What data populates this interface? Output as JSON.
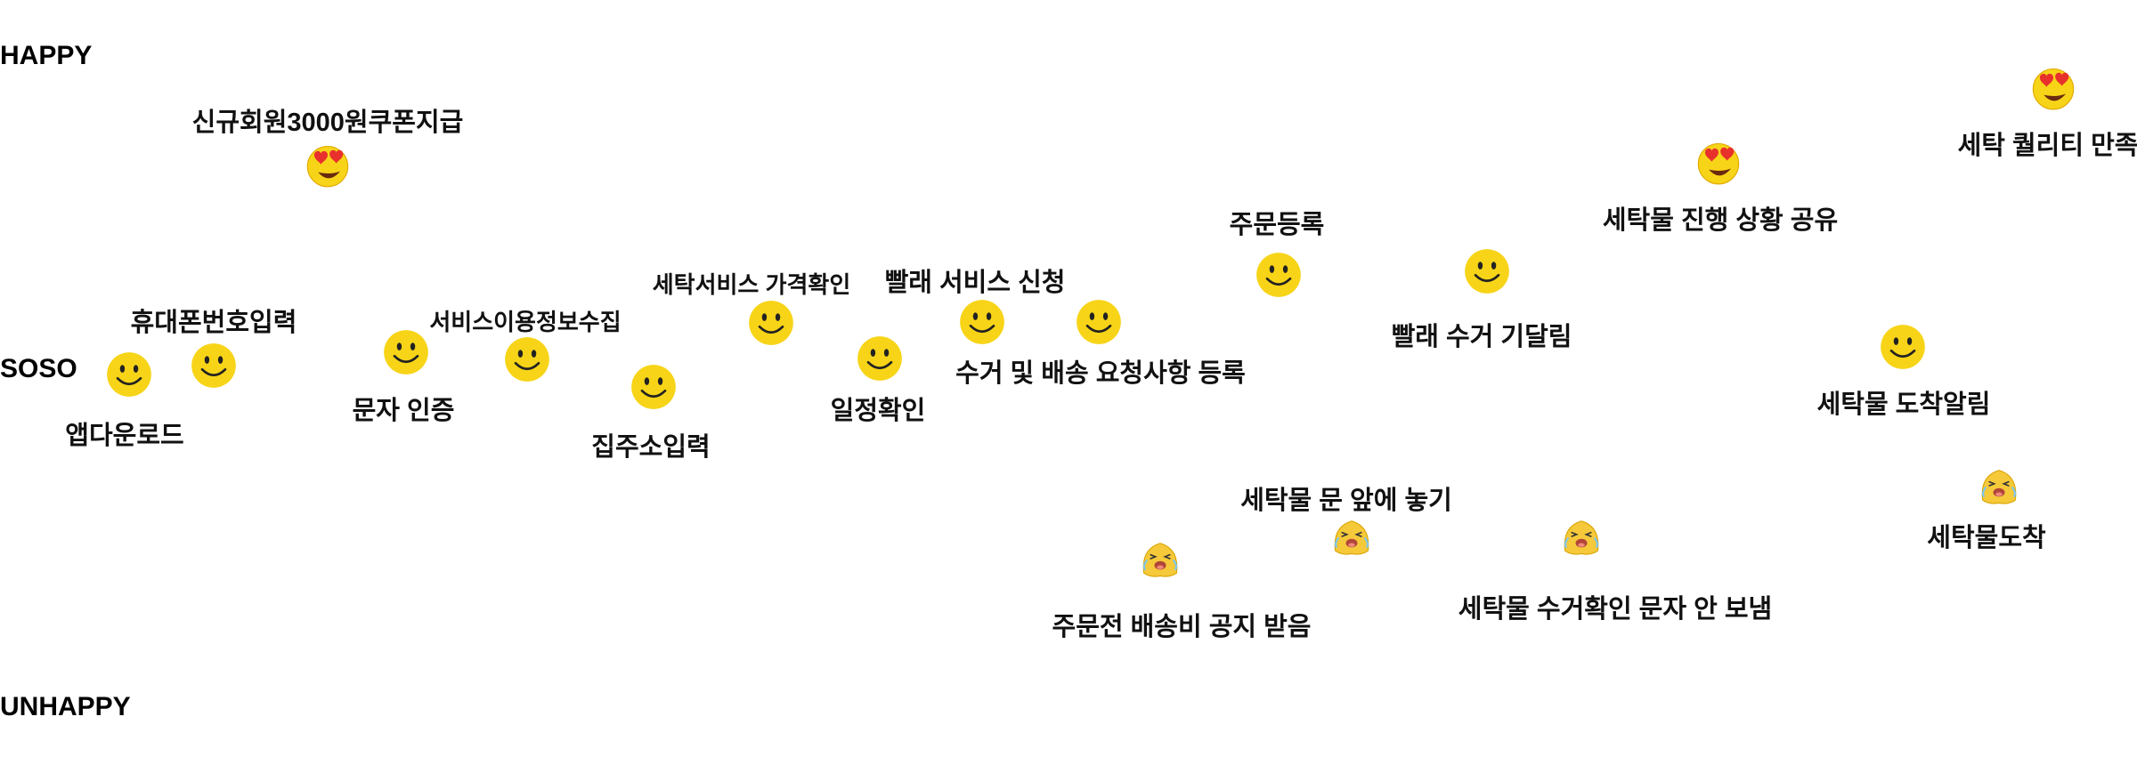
{
  "axis": {
    "happy": "HAPPY",
    "soso": "SOSO",
    "unhappy": "UNHAPPY"
  },
  "steps": [
    {
      "label": "앱다운로드",
      "mood": "soso"
    },
    {
      "label": "휴대폰번호입력",
      "mood": "soso"
    },
    {
      "label": "신규회원3000원쿠폰지급",
      "mood": "happy"
    },
    {
      "label": "문자 인증",
      "mood": "soso"
    },
    {
      "label": "서비스이용정보수집",
      "mood": "soso"
    },
    {
      "label": "집주소입력",
      "mood": "soso"
    },
    {
      "label": "세탁서비스 가격확인",
      "mood": "soso"
    },
    {
      "label": "일정확인",
      "mood": "soso"
    },
    {
      "label": "빨래 서비스 신청",
      "mood": "soso"
    },
    {
      "label": "수거 및 배송 요청사항 등록",
      "mood": "soso"
    },
    {
      "label": "주문전 배송비 공지 받음",
      "mood": "unhappy"
    },
    {
      "label": "주문등록",
      "mood": "soso"
    },
    {
      "label": "세탁물 문 앞에 놓기",
      "mood": "unhappy"
    },
    {
      "label": "빨래 수거 기달림",
      "mood": "soso"
    },
    {
      "label": "세탁물 수거확인 문자 안 보냄",
      "mood": "unhappy"
    },
    {
      "label": "세탁물 진행 상황 공유",
      "mood": "happy"
    },
    {
      "label": "세탁물 도착알림",
      "mood": "soso"
    },
    {
      "label": "세탁물도착",
      "mood": "unhappy"
    },
    {
      "label": "세탁 퀄리티 만족",
      "mood": "happy"
    }
  ],
  "colors": {
    "smiley": "#f7d417",
    "heart": "#e8312c",
    "crying": "#f5c93a"
  }
}
